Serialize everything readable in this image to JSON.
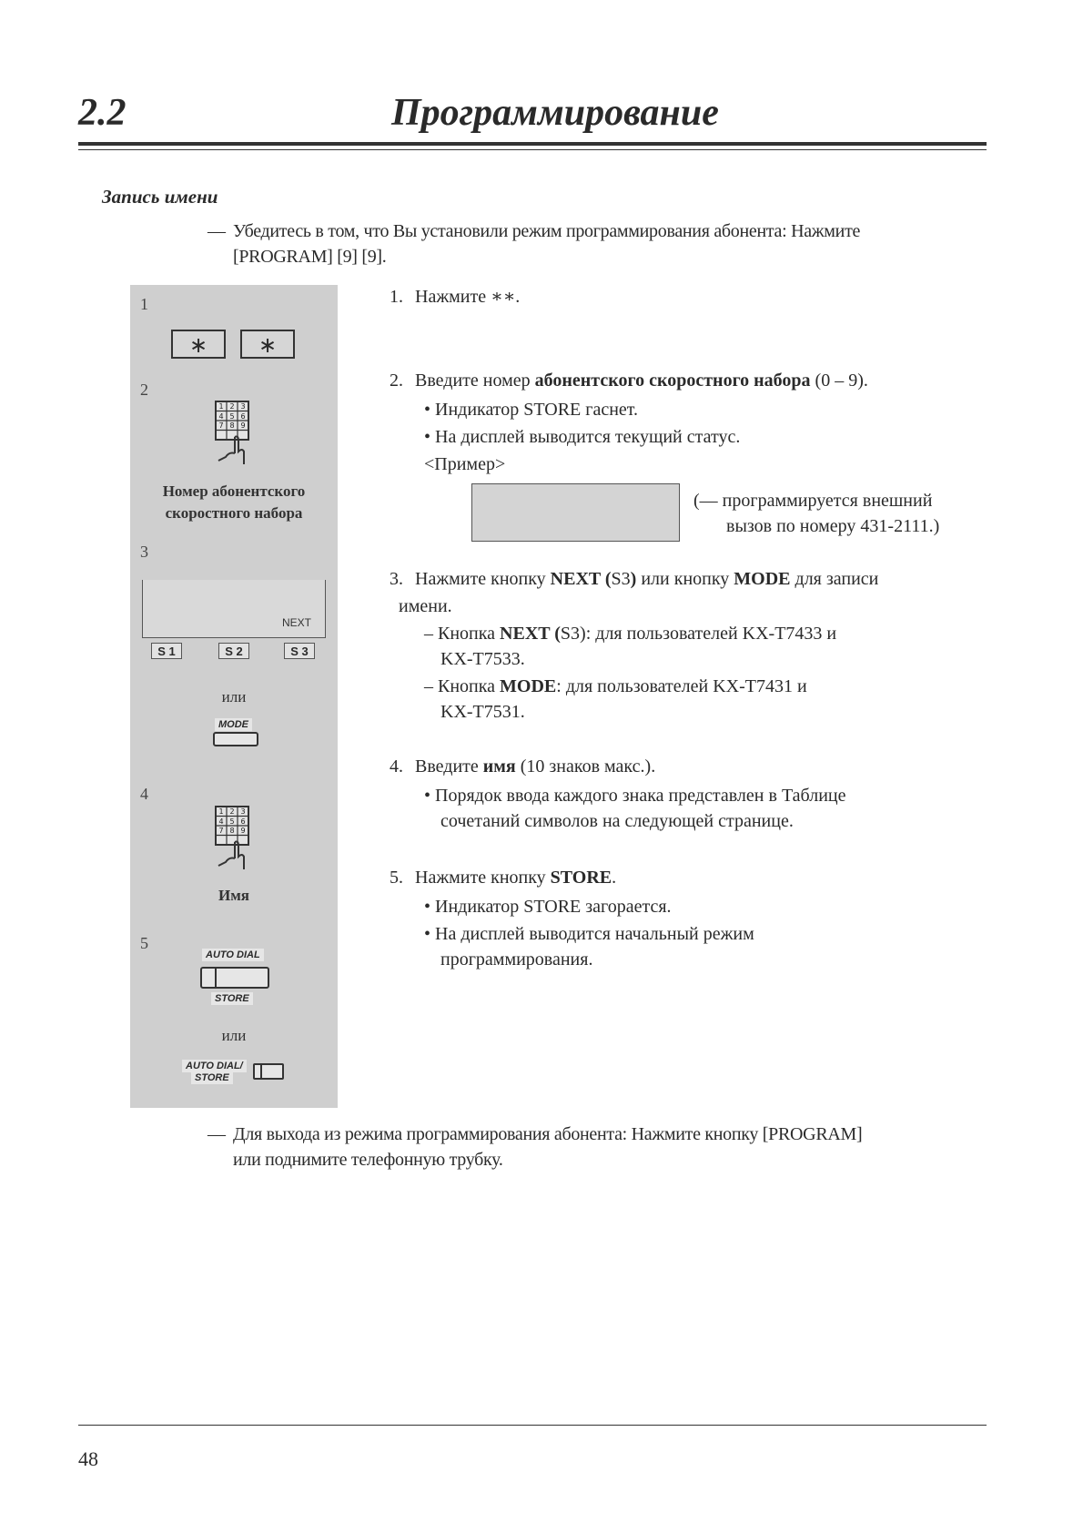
{
  "header": {
    "section": "2.2",
    "title": "Программирование"
  },
  "subheading": "Запись имени",
  "intro": {
    "dash": "—",
    "line1": "Убедитесь в том, что Вы установили режим программирования абонента: Нажмите",
    "line2": "[PROGRAM] [9] [9]."
  },
  "sidebar": {
    "n1": "1",
    "key_star": "∗",
    "n2": "2",
    "cap2_l1": "Номер абонентского",
    "cap2_l2": "скоростного набора",
    "n3": "3",
    "lcd_next": "NEXT",
    "s1": "S 1",
    "s2": "S 2",
    "s3": "S 3",
    "or": "или",
    "mode": "MODE",
    "n4": "4",
    "cap4": "Имя",
    "n5": "5",
    "auto_dial": "AUTO DIAL",
    "store": "STORE",
    "auto_dial_store_1": "AUTO DIAL/",
    "auto_dial_store_2": "STORE"
  },
  "steps": {
    "s1_num": "1.",
    "s1_text": "Нажмите ∗∗.",
    "s2_num": "2.",
    "s2_a": "Введите номер ",
    "s2_b": "абонентского скоростного набора",
    "s2_c": " (0 – 9).",
    "s2_bul1": "• Индикатор STORE гаснет.",
    "s2_bul2": "• На дисплей выводится текущий статус.",
    "s2_example": "<Пример>",
    "s2_note1": "(— программируется внешний",
    "s2_note2": "вызов по номеру 431-2111.)",
    "s3_num": "3.",
    "s3_a": "Нажмите кнопку ",
    "s3_b": "NEXT (",
    "s3_c": "S3",
    "s3_d": ")",
    "s3_e": " или кнопку ",
    "s3_f": "MODE",
    "s3_g": " для записи",
    "s3_l2": "имени.",
    "s3_d1_a": "– Кнопка ",
    "s3_d1_b": "NEXT (",
    "s3_d1_c": "S3): для пользователей KX-T7433 и",
    "s3_d1_l2": "KX-T7533.",
    "s3_d2_a": "– Кнопка ",
    "s3_d2_b": "MODE",
    "s3_d2_c": ": для пользователей KX-T7431 и",
    "s3_d2_l2": "KX-T7531.",
    "s4_num": "4.",
    "s4_a": "Введите ",
    "s4_b": "имя",
    "s4_c": " (10 знаков макс.).",
    "s4_bul1": "• Порядок ввода каждого знака представлен в Таблице",
    "s4_bul1_l2": "сочетаний символов на следующей странице.",
    "s5_num": "5.",
    "s5_a": "Нажмите кнопку ",
    "s5_b": "STORE",
    "s5_c": ".",
    "s5_bul1": "• Индикатор STORE загорается.",
    "s5_bul2": "• На дисплей выводится начальный режим",
    "s5_bul2_l2": "программирования."
  },
  "outro": {
    "dash": "—",
    "line1": "Для выхода из режима программирования абонента: Нажмите кнопку [PROGRAM]",
    "line2": "или поднимите телефонную трубку."
  },
  "page_number": "48"
}
